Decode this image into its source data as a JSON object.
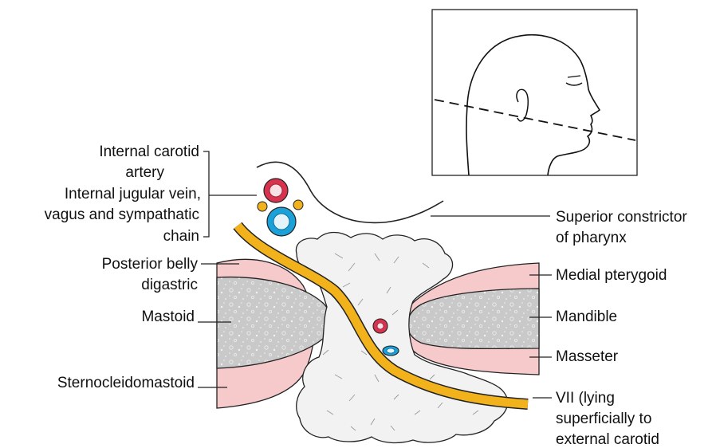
{
  "labels": {
    "internal_carotid": [
      "Internal carotid",
      "artery"
    ],
    "internal_jugular": [
      "Internal jugular vein,",
      "vagus and sympathatic",
      "chain"
    ],
    "posterior_belly": [
      "Posterior belly",
      "digastric"
    ],
    "mastoid": "Mastoid",
    "sternocleidomastoid": "Sternocleidomastoid",
    "superior_constrictor": [
      "Superior constrictor",
      "of pharynx"
    ],
    "medial_pterygoid": "Medial pterygoid",
    "mandible": "Mandible",
    "masseter": "Masseter",
    "nerve_vii": [
      "VII (lying",
      "superficially to",
      "external carotid"
    ]
  },
  "colors": {
    "muscle_pink": "#f6c9cb",
    "bone_grey": "#c9c9c9",
    "gland_white": "#f2f2f2",
    "nerve_yellow": "#f2b21c",
    "artery_red": "#d7334f",
    "vein_blue": "#1ba0d8",
    "outline": "#222222"
  }
}
